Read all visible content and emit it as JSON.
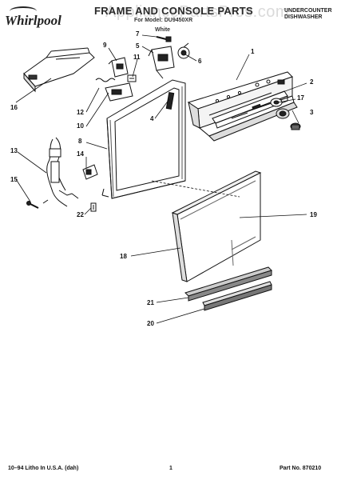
{
  "header": {
    "brand": "Whirlpool",
    "title": "FRAME AND CONSOLE PARTS",
    "model_line": "For Model: DU9450XR",
    "color_line": "White",
    "product_type_line1": "UNDERCOUNTER",
    "product_type_line2": "DISHWASHER",
    "watermark": "AppliancePartsPros.com"
  },
  "callouts": [
    "1",
    "2",
    "3",
    "4",
    "5",
    "6",
    "7",
    "8",
    "9",
    "10",
    "11",
    "12",
    "13",
    "14",
    "15",
    "16",
    "17",
    "18",
    "19",
    "20",
    "21",
    "22"
  ],
  "footer": {
    "litho": "10–94 Litho In U.S.A. (dah)",
    "page": "1",
    "part_no": "Part No. 870210"
  }
}
